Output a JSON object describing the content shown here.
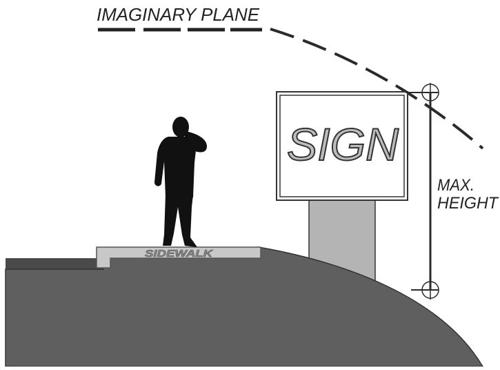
{
  "labels": {
    "imaginary_plane": "IMAGINARY PLANE",
    "sign": "SIGN",
    "sidewalk": "SIDEWALK",
    "max_height_line1": "MAX.",
    "max_height_line2": "HEIGHT"
  },
  "colors": {
    "ground": "#5f5f5f",
    "road": "#4a4a4a",
    "sidewalk": "#c8c8c8",
    "sign_post": "#b4b4b4",
    "sign_text_fill": "#bdbdbd",
    "silhouette": "#111111",
    "line": "#2a2a2a"
  }
}
